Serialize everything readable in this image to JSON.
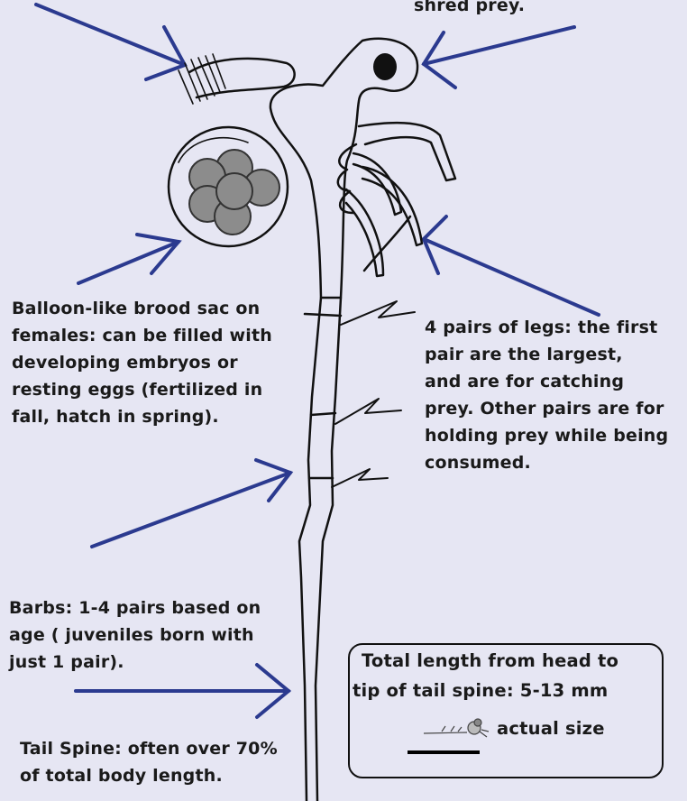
{
  "labels": {
    "top_right": "shred prey.",
    "brood": [
      "Balloon-like brood sac on",
      "females:  can be filled with",
      "developing embryos or",
      "resting eggs (fertilized in",
      "fall, hatch in spring)."
    ],
    "legs": [
      "4 pairs of legs: the first",
      "pair are the largest,",
      "and are for catching",
      "prey. Other pairs are for",
      "holding prey while being",
      "consumed."
    ],
    "barbs": [
      "Barbs: 1-4 pairs based on",
      "age ( juveniles born with",
      "just 1 pair)."
    ],
    "tail": [
      "Tail Spine: often over 70%",
      "of total body length."
    ],
    "size_box": {
      "line1": "Total length from head to",
      "line2": "tip of tail spine: 5-13 mm",
      "actual": "actual size"
    }
  },
  "colors": {
    "background": "#e6e6f3",
    "arrow": "#2b3a8f",
    "text": "#1a1a1a",
    "egg": "#8c8c8c",
    "outline": "#111111"
  }
}
